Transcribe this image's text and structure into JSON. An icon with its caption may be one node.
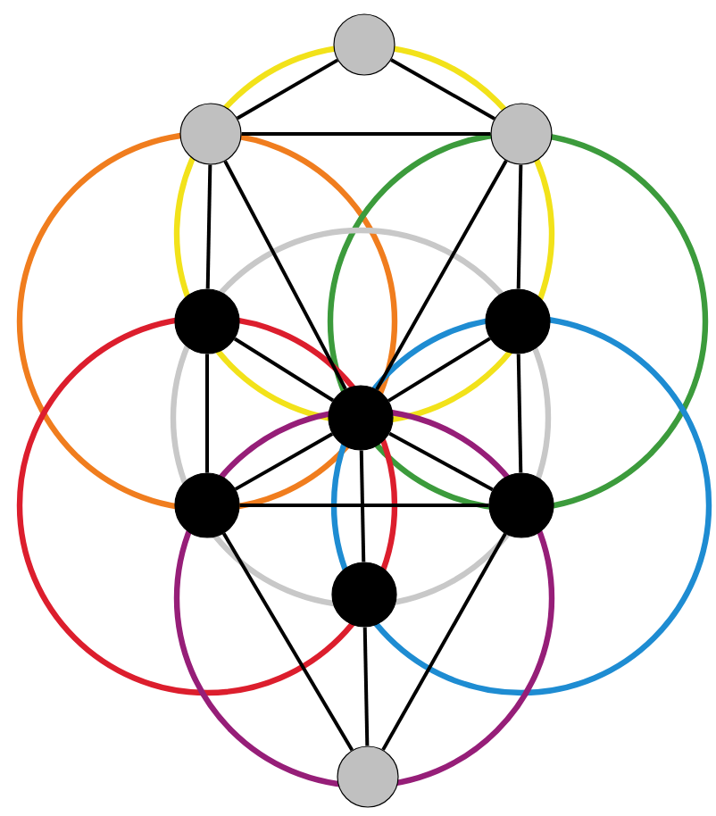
{
  "diagram": {
    "nodes": [
      {
        "text": [],
        "shape": "circle"
      },
      {
        "text": [],
        "shape": "circle"
      },
      {
        "text": [],
        "shape": "circle"
      },
      {
        "text": [],
        "shape": "circle"
      },
      {
        "text": [],
        "shape": "circle"
      },
      {
        "text": [],
        "shape": "circle"
      },
      {
        "text": [],
        "shape": "circle"
      },
      {
        "text": [],
        "shape": "circle"
      },
      {
        "text": [],
        "shape": "circle"
      },
      {
        "text": [],
        "shape": "circle"
      }
    ],
    "edges": [
      {
        "from": 0,
        "to": 1,
        "arrow": "none"
      },
      {
        "from": 0,
        "to": 2,
        "arrow": "none"
      },
      {
        "from": 1,
        "to": 2,
        "arrow": "none"
      },
      {
        "from": 1,
        "to": 3,
        "arrow": "none"
      },
      {
        "from": 2,
        "to": 4,
        "arrow": "none"
      },
      {
        "from": 1,
        "to": 5,
        "arrow": "none"
      },
      {
        "from": 2,
        "to": 5,
        "arrow": "none"
      },
      {
        "from": 3,
        "to": 5,
        "arrow": "none"
      },
      {
        "from": 4,
        "to": 5,
        "arrow": "none"
      },
      {
        "from": 5,
        "to": 6,
        "arrow": "none"
      },
      {
        "from": 5,
        "to": 7,
        "arrow": "none"
      },
      {
        "from": 3,
        "to": 6,
        "arrow": "none"
      },
      {
        "from": 4,
        "to": 7,
        "arrow": "none"
      },
      {
        "from": 6,
        "to": 7,
        "arrow": "none"
      },
      {
        "from": 5,
        "to": 8,
        "arrow": "none"
      },
      {
        "from": 8,
        "to": 9,
        "arrow": "none"
      },
      {
        "from": 6,
        "to": 9,
        "arrow": "none"
      },
      {
        "from": 7,
        "to": 9,
        "arrow": "none"
      }
    ]
  }
}
